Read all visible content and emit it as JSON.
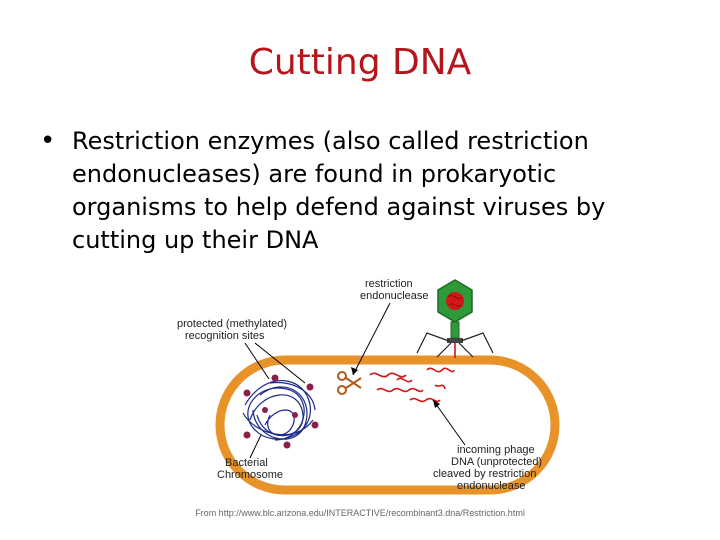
{
  "slide": {
    "title": "Cutting DNA",
    "bullet": "Restriction enzymes (also called restriction endonucleases) are found in prokaryotic organisms to help defend against viruses by cutting up their DNA"
  },
  "figure": {
    "label_enzyme_line1": "restriction",
    "label_enzyme_line2": "endonuclease",
    "label_protected_line1": "protected (methylated)",
    "label_protected_line2": "recognition sites",
    "label_chromosome_line1": "Bacterial",
    "label_chromosome_line2": "Chromosome",
    "label_phage_line1": "incoming phage",
    "label_phage_line2": "DNA (unprotected)",
    "label_phage_line3": "cleaved by restriction",
    "label_phage_line4": "endonuclease",
    "source": "From http://www.blc.arizona.edu/INTERACTIVE/recombinant3.dna/Restriction.html"
  },
  "colors": {
    "title": "#b5151b",
    "cell_wall": "#e8922a",
    "phage_head": "#2e9a3a",
    "phage_dna": "#d11818",
    "chromosome": "#1d2a8a",
    "methyl_sites": "#8a1f4a",
    "scissors": "#b05a1a"
  },
  "icons": [
    "bullet-icon",
    "scissors-icon",
    "phage-icon"
  ]
}
